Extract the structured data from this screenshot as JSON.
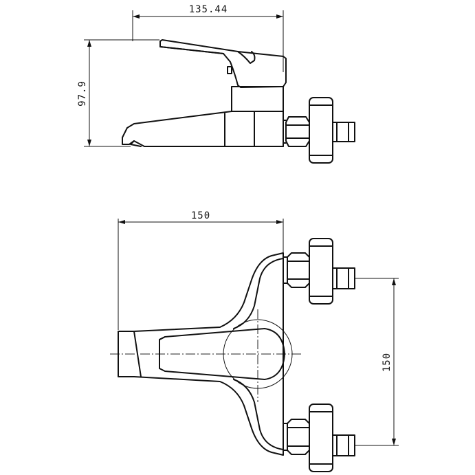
{
  "side_view": {
    "width_label": "135.44",
    "height_label": "97.9"
  },
  "front_view": {
    "width_label": "150",
    "spacing_label": "150"
  }
}
